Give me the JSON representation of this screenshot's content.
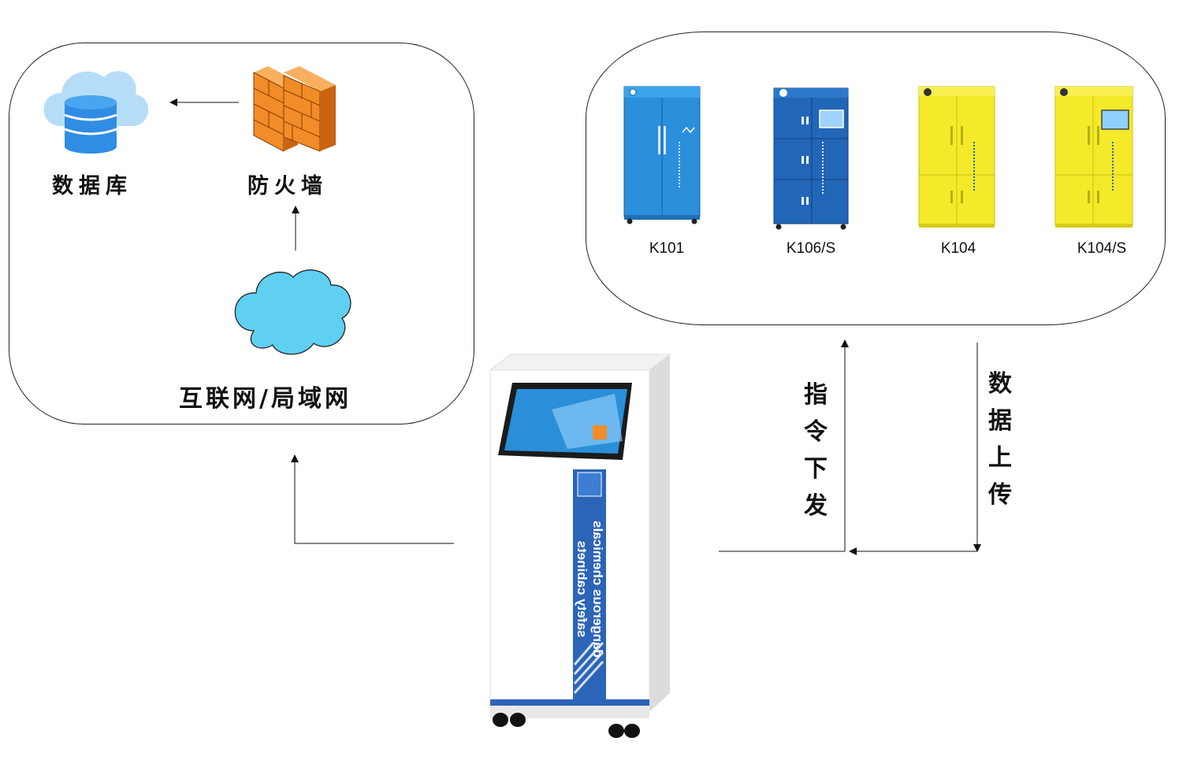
{
  "nodes": {
    "database": {
      "label": "数据库"
    },
    "firewall": {
      "label": "防火墙"
    },
    "network": {
      "label": "互联网/局域网"
    }
  },
  "flows": {
    "command_down": {
      "chars": [
        "指",
        "令",
        "下",
        "发"
      ]
    },
    "data_up": {
      "chars": [
        "数",
        "据",
        "上",
        "传"
      ]
    }
  },
  "cabinets": [
    {
      "model": "K101",
      "color": "#2b8fdc"
    },
    {
      "model": "K106/S",
      "color": "#2266b8"
    },
    {
      "model": "K104",
      "color": "#f4ea2a"
    },
    {
      "model": "K104/S",
      "color": "#f4ea2a"
    }
  ],
  "controller": {
    "side_text_line1": "dangerous chemicals",
    "side_text_line2": "safety cabinets"
  },
  "colors": {
    "cloud": "#5fd0f2",
    "db_cloud": "#b6ddf7",
    "db_stack": "#2f8de4",
    "firewall": "#f28c28",
    "yellow_cabinet": "#f4ea2a",
    "controller_stripe": "#2c64b8"
  }
}
